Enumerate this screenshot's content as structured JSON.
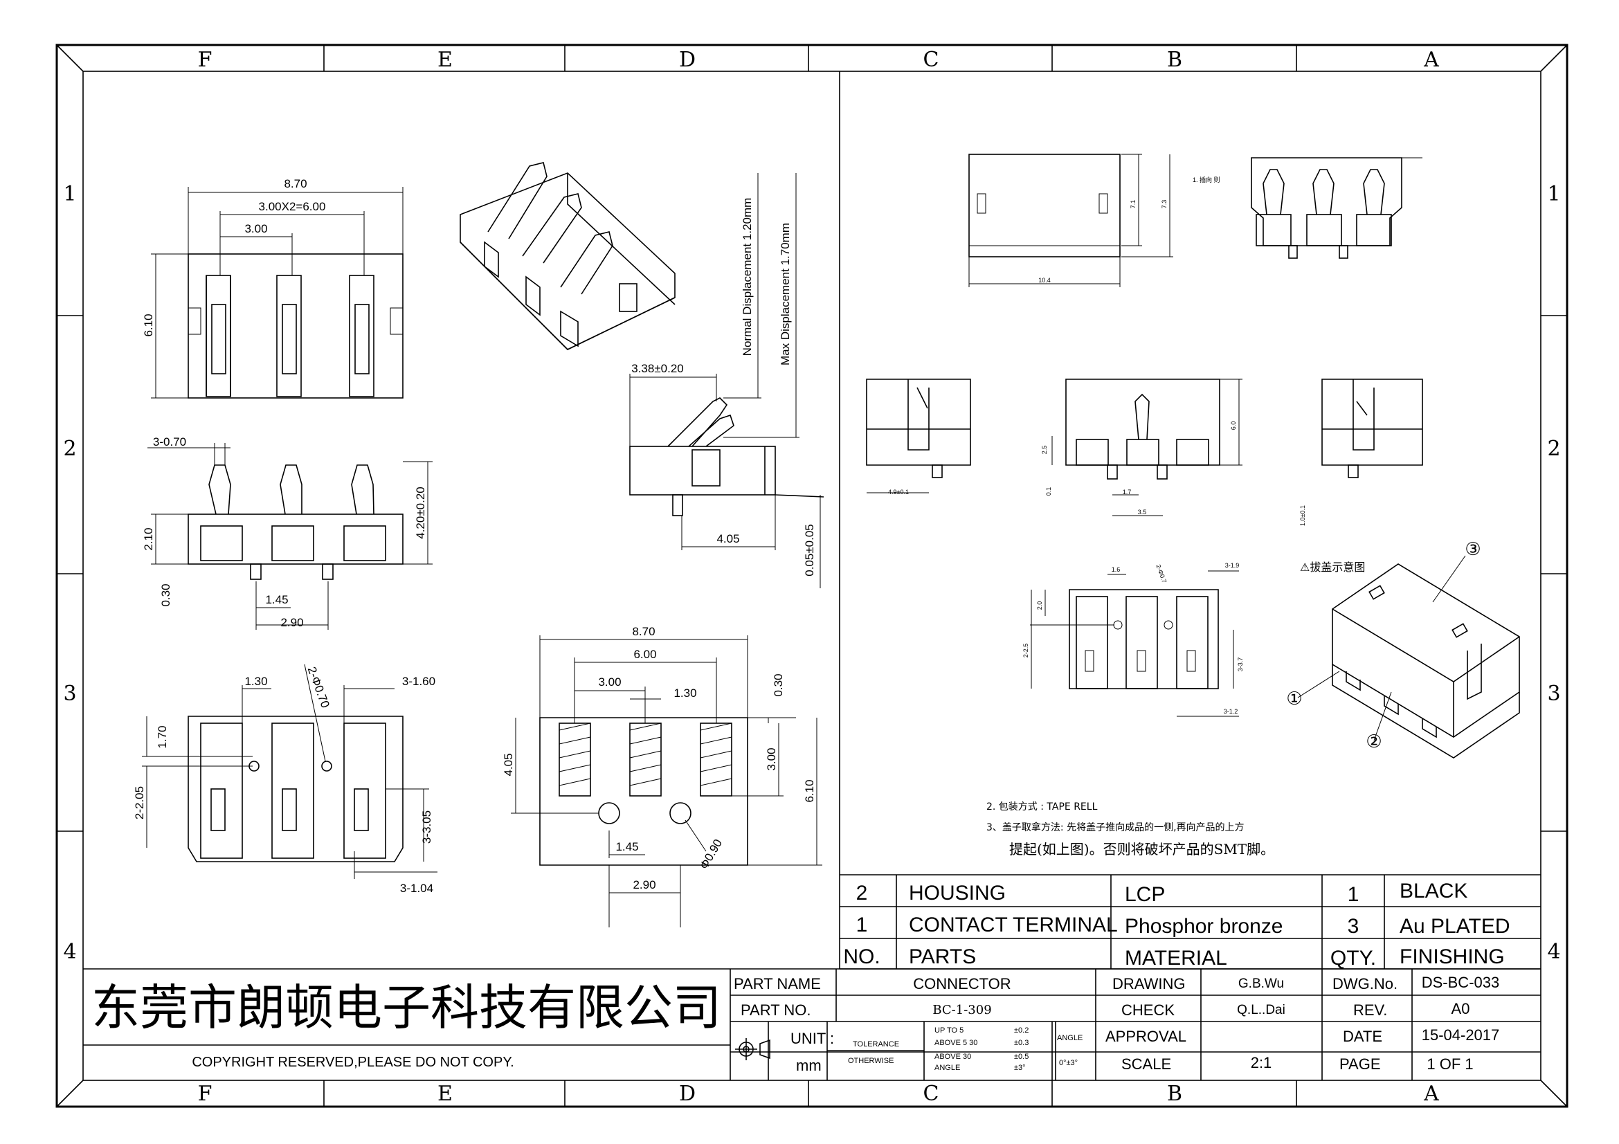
{
  "border": {
    "columns": [
      "F",
      "E",
      "D",
      "C",
      "B",
      "A"
    ],
    "rows": [
      "1",
      "2",
      "3",
      "4"
    ]
  },
  "dims": {
    "top_view": {
      "overall_w": "8.70",
      "pitch_total": "3.00X2=6.00",
      "pitch": "3.00",
      "height": "6.10"
    },
    "front_view": {
      "contact_w": "3-0.70",
      "body_h": "2.10",
      "total_h": "4.20±0.20",
      "peg": "0.30",
      "peg_spacing": "1.45",
      "peg_pitch": "2.90"
    },
    "bottom_view": {
      "c1": "1.30",
      "hole": "2-Φ0.70",
      "c2": "3-1.60",
      "c3": "1.70",
      "c4": "2-2.05",
      "c5": "3-3.05",
      "c6": "3-1.04"
    },
    "side_view": {
      "offset": "3.38±0.20",
      "normal_disp": "Normal Displacement 1.20mm",
      "max_disp": "Max Displacement 1.70mm",
      "w": "4.05",
      "coplan": "0.05±0.05"
    },
    "pcb": {
      "w1": "8.70",
      "w2": "6.00",
      "w3": "3.00",
      "w4": "1.30",
      "h1": "0.30",
      "h2": "4.05",
      "h3": "3.00",
      "h4": "6.10",
      "hole": "Φ0.90",
      "x1": "1.45",
      "x2": "2.90"
    },
    "right_top": {
      "d1": "10.4",
      "d2": "7.1",
      "d3": "7.3",
      "note": "1. 插向 则"
    },
    "right_mid": {
      "a": "4.9±0.1",
      "b": "1.7",
      "c": "3.5",
      "d": "2.5",
      "e": "6.0",
      "f": "1.0±0.1",
      "g": "0.1"
    },
    "right_low": {
      "a": "1.6",
      "b": "3-1.9",
      "c": "2-Φ0.7",
      "d": "2.0",
      "e": "2-2.5",
      "f": "3-3.7",
      "g": "3-1.2"
    }
  },
  "iso_note": "⚠拔盖示意图",
  "callouts": [
    "③",
    "①",
    "②"
  ],
  "notes": [
    "2. 包装方式   : TAPE RELL",
    "3、盖子取拿方法:    先将盖子推向成品的一侧,再向产品的上方",
    "提起(如上图)。否则将破坏产品的SMT脚。"
  ],
  "bom": [
    {
      "no": "2",
      "part": "HOUSING",
      "material": "LCP",
      "qty": "1",
      "finishing": "BLACK"
    },
    {
      "no": "1",
      "part": "CONTACT TERMINAL",
      "material": "Phosphor bronze",
      "qty": "3",
      "finishing": "Au PLATED"
    }
  ],
  "bom_header": {
    "no": "NO.",
    "part": "PARTS",
    "material": "MATERIAL",
    "qty": "QTY.",
    "finishing": "FINISHING"
  },
  "title_block": {
    "company": "东莞市朗顿电子科技有限公司",
    "copyright": "COPYRIGHT RESERVED,PLEASE DO NOT COPY.",
    "part_name_label": "PART NAME",
    "part_name": "CONNECTOR",
    "part_no_label": "PART NO.",
    "part_no": "BC-1-309",
    "unit_label": "UNIT :",
    "unit": "mm",
    "tolerance": "TOLERANCE",
    "otherwise": "OTHERWISE",
    "tol_up5": "UP TO 5",
    "tol_up5_v": "±0.2",
    "tol_a5": "ABOVE 5  30",
    "tol_a5_v": "±0.3",
    "tol_a30": "ABOVE 30",
    "tol_a30_v": "±0.5",
    "tol_angle": "ANGLE",
    "tol_angle_v": "±3°",
    "angle_label": "ANGLE",
    "angle_v": "0°±3°",
    "drawing_label": "DRAWING",
    "drawing": "G.B.Wu",
    "check_label": "CHECK",
    "check": "Q.L..Dai",
    "approval_label": "APPROVAL",
    "scale_label": "SCALE",
    "scale": "2:1",
    "dwg_label": "DWG.No.",
    "dwg": "DS-BC-033",
    "rev_label": "REV.",
    "rev": "A0",
    "date_label": "DATE",
    "date": "15-04-2017",
    "page_label": "PAGE",
    "page": "1 OF 1"
  }
}
